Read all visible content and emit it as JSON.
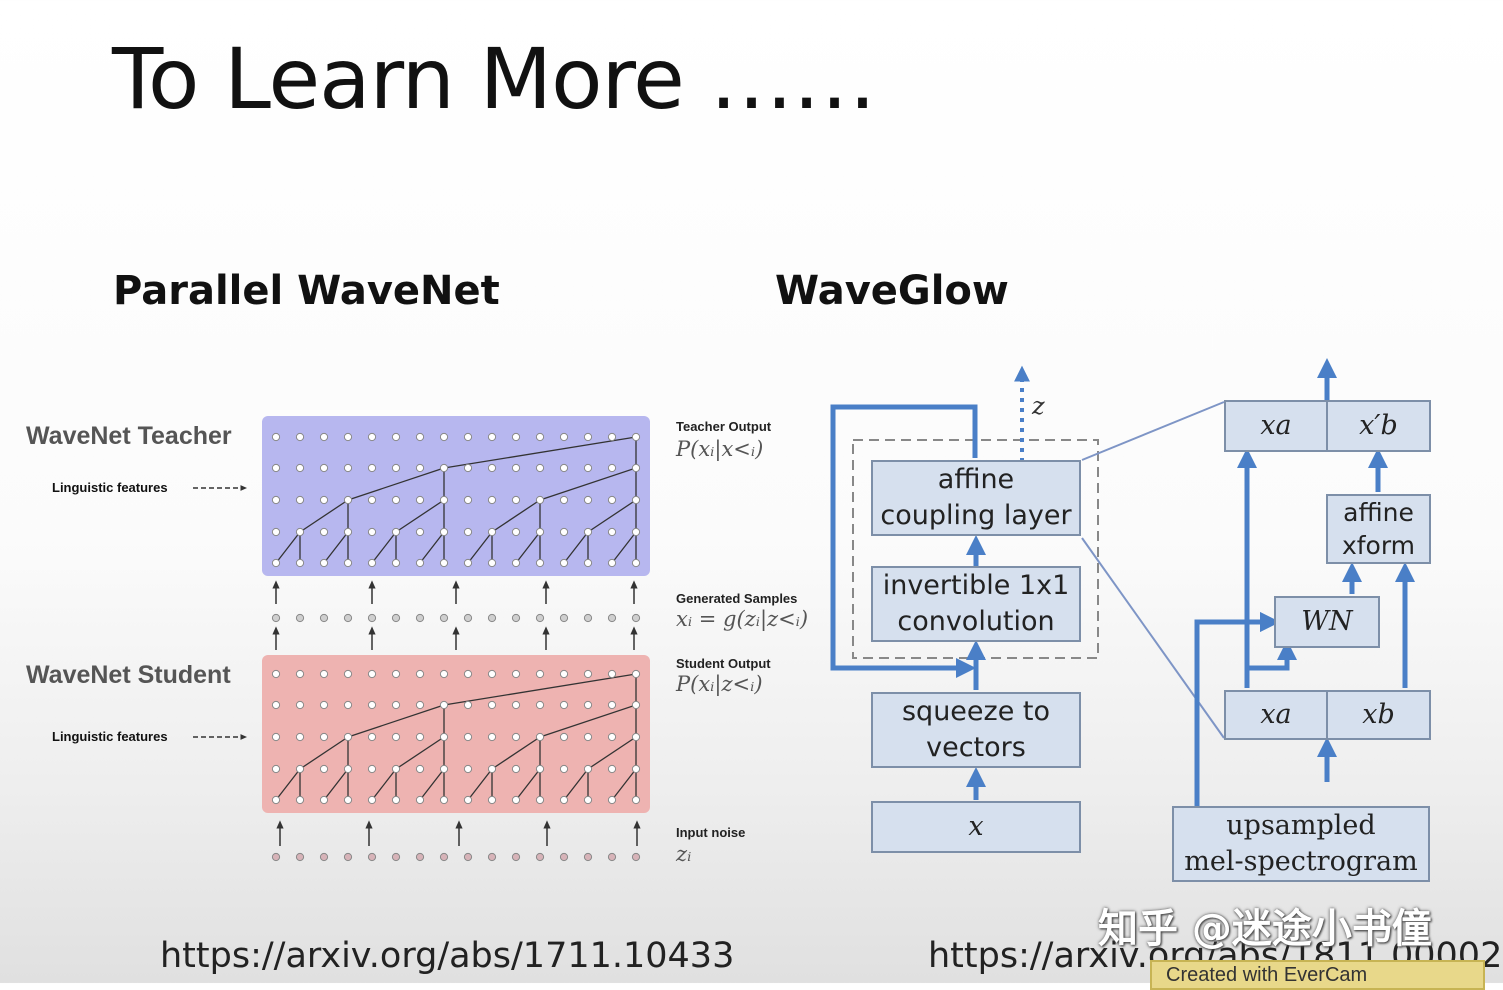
{
  "slide": {
    "title": "To Learn More ……"
  },
  "parallel_wavenet": {
    "heading": "Parallel WaveNet",
    "teacher_label": "WaveNet Teacher",
    "student_label": "WaveNet Student",
    "linguistic_features_1": "Linguistic features",
    "linguistic_features_2": "Linguistic features",
    "teacher_output_label": "Teacher Output",
    "teacher_output_math": "P(xᵢ|x<ᵢ)",
    "generated_samples_label": "Generated Samples",
    "generated_samples_math": "xᵢ = g(zᵢ|z<ᵢ)",
    "student_output_label": "Student Output",
    "student_output_math": "P(xᵢ|z<ᵢ)",
    "input_noise_label": "Input noise",
    "input_noise_math": "zᵢ",
    "url": "https://arxiv.org/abs/1711.10433",
    "colors": {
      "teacher": "#b7b7ef",
      "student": "#eeb3b1"
    }
  },
  "waveglow": {
    "heading": "WaveGlow",
    "affine_coupling_line1": "affine",
    "affine_coupling_line2": "coupling layer",
    "invertible_line1": "invertible 1x1",
    "invertible_line2": "convolution",
    "squeeze_line1": "squeeze to",
    "squeeze_line2": "vectors",
    "input_x": "x",
    "z_label": "z",
    "xa_top": "xa",
    "xb_prime_top": "x′b",
    "affine_xform_line1": "affine",
    "affine_xform_line2": "xform",
    "wn_label": "WN",
    "xa_bottom": "xa",
    "xb_bottom": "xb",
    "upsampled_line1": "upsampled",
    "upsampled_line2": "mel-spectrogram",
    "url": "https://arxiv.org/abs/1811.00002",
    "colors": {
      "arrow": "#4a7fc7",
      "box": "#d6e0ee"
    }
  },
  "overlay": {
    "watermark": "知乎 @迷途小书僮",
    "recorder": "Created with EverCam"
  }
}
